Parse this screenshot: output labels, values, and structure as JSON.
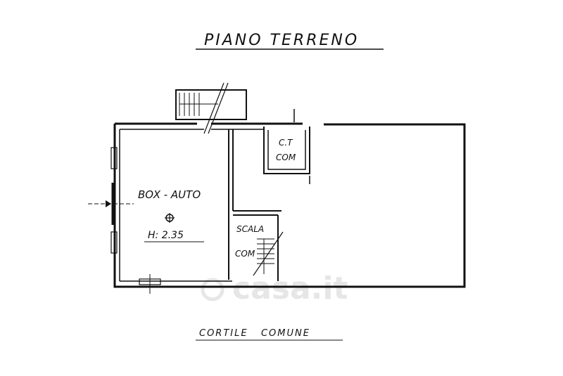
{
  "title": "PIANO TERRENO",
  "rooms": {
    "box_auto": "BOX - AUTO",
    "box_height": "H: 2.35",
    "ct": "C.T",
    "ct_com": "COM",
    "scala": "SCALA",
    "scala_com": "COM"
  },
  "footer_label": "CORTILE   COMUNE",
  "watermark": "casa.it",
  "colors": {
    "ink": "#111111",
    "watermark": "#e6e6e6"
  }
}
